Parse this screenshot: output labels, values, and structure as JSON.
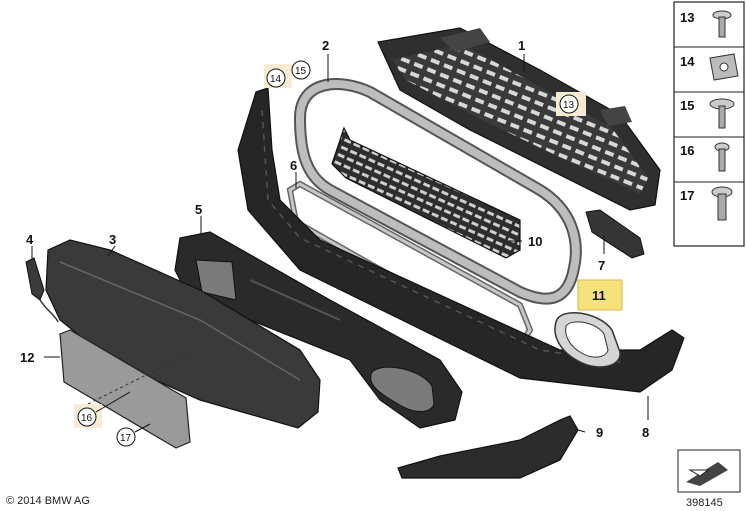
{
  "diagram": {
    "callouts": {
      "c1": "1",
      "c2": "2",
      "c3": "3",
      "c4": "4",
      "c5": "5",
      "c6": "6",
      "c7": "7",
      "c8": "8",
      "c9": "9",
      "c10": "10",
      "c11": "11",
      "c12": "12",
      "c13": "13",
      "c14": "14",
      "c15": "15",
      "c16": "16",
      "c17": "17"
    },
    "sidebar": [
      "13",
      "14",
      "15",
      "16",
      "17"
    ],
    "highlight_color": "#f5e27a",
    "tag_color": "#f6ecd2",
    "copyright": "© 2014 BMW AG",
    "diagram_number": "398145"
  }
}
